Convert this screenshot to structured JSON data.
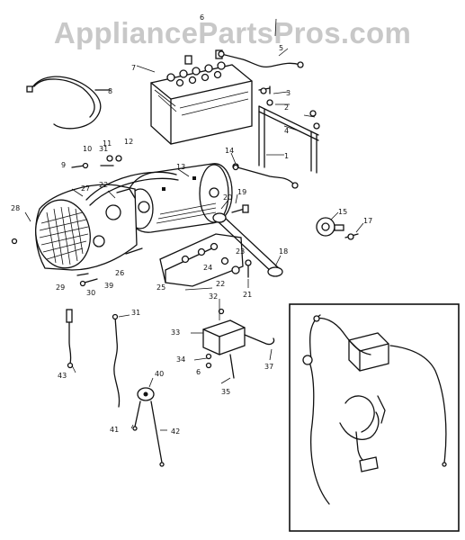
{
  "watermark": "AppliancePartsPros.com",
  "callouts": [
    {
      "id": "c1",
      "text": "1"
    },
    {
      "id": "c2",
      "text": "2"
    },
    {
      "id": "c3",
      "text": "3"
    },
    {
      "id": "c4",
      "text": "4"
    },
    {
      "id": "c5",
      "text": "5"
    },
    {
      "id": "c6a",
      "text": "6"
    },
    {
      "id": "c6b",
      "text": "6"
    },
    {
      "id": "c7",
      "text": "7"
    },
    {
      "id": "c8",
      "text": "8"
    },
    {
      "id": "c9",
      "text": "9"
    },
    {
      "id": "c10",
      "text": "10"
    },
    {
      "id": "c11",
      "text": "11"
    },
    {
      "id": "c12",
      "text": "12"
    },
    {
      "id": "c13",
      "text": "13"
    },
    {
      "id": "c14",
      "text": "14"
    },
    {
      "id": "c15",
      "text": "15"
    },
    {
      "id": "c17",
      "text": "17"
    },
    {
      "id": "c18",
      "text": "18"
    },
    {
      "id": "c19",
      "text": "19"
    },
    {
      "id": "c20",
      "text": "20"
    },
    {
      "id": "c21",
      "text": "21"
    },
    {
      "id": "c22a",
      "text": "22"
    },
    {
      "id": "c22b",
      "text": "22"
    },
    {
      "id": "c23",
      "text": "23"
    },
    {
      "id": "c24",
      "text": "24"
    },
    {
      "id": "c25",
      "text": "25"
    },
    {
      "id": "c26",
      "text": "26"
    },
    {
      "id": "c27",
      "text": "27"
    },
    {
      "id": "c28",
      "text": "28"
    },
    {
      "id": "c29",
      "text": "29"
    },
    {
      "id": "c30",
      "text": "30"
    },
    {
      "id": "c31a",
      "text": "31"
    },
    {
      "id": "c31b",
      "text": "31"
    },
    {
      "id": "c32",
      "text": "32"
    },
    {
      "id": "c33",
      "text": "33"
    },
    {
      "id": "c34",
      "text": "34"
    },
    {
      "id": "c35",
      "text": "35"
    },
    {
      "id": "c37",
      "text": "37"
    },
    {
      "id": "c39",
      "text": "39"
    },
    {
      "id": "c40",
      "text": "40"
    },
    {
      "id": "c41",
      "text": "41"
    },
    {
      "id": "c42",
      "text": "42"
    },
    {
      "id": "c43",
      "text": "43"
    }
  ]
}
